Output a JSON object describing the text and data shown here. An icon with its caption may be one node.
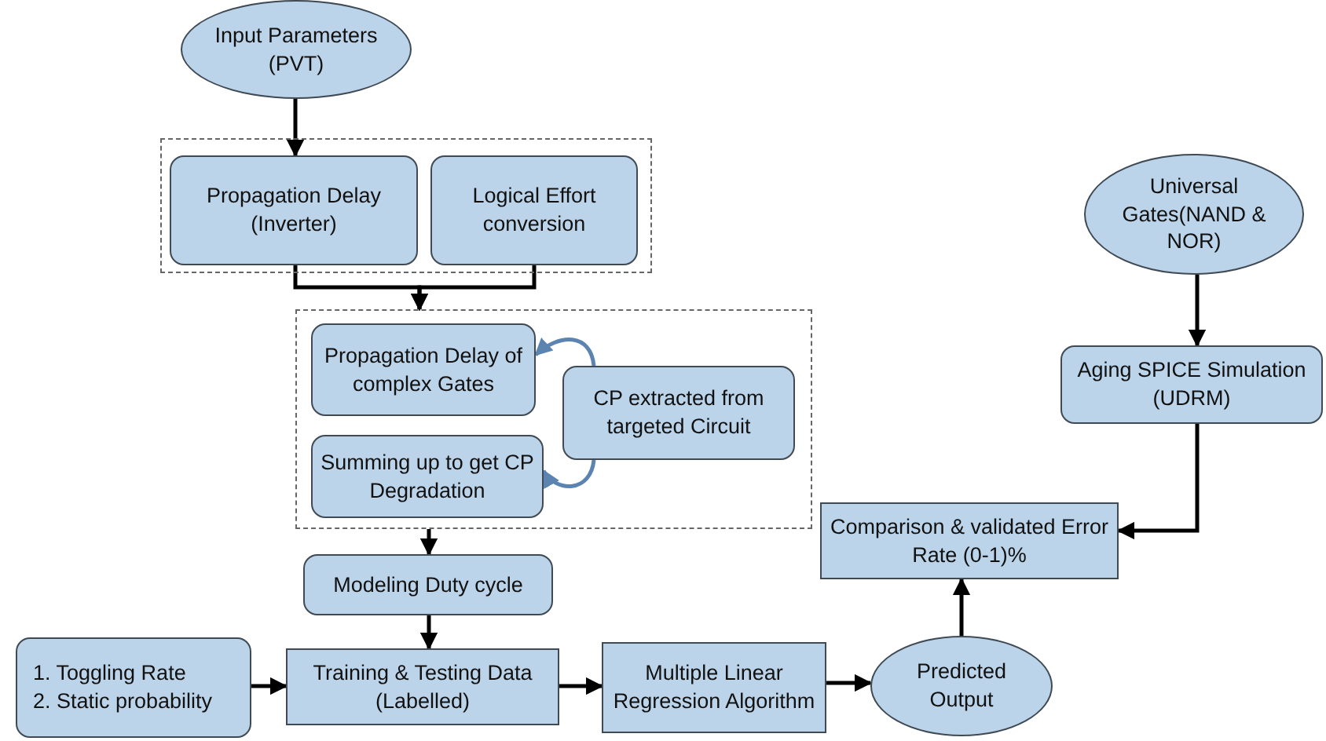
{
  "diagram": {
    "nodes": [
      {
        "text": [
          "Input Parameters (PVT)"
        ]
      },
      {
        "text": [],
        "shape": "box"
      },
      {
        "text": [
          "Propagation Delay (Inverter)"
        ],
        "in": 1
      },
      {
        "text": [
          "Logical Effort conversion"
        ],
        "in": 1
      },
      {
        "text": [],
        "shape": "box"
      },
      {
        "text": [
          "Propagation Delay of complex Gates"
        ],
        "in": 4
      },
      {
        "text": [
          "CP extracted from targeted Circuit"
        ],
        "in": 4
      },
      {
        "text": [
          "Summing up to get CP Degradation"
        ],
        "in": 4
      },
      {
        "text": [
          "Modeling Duty cycle"
        ]
      },
      {
        "text": [
          "1. Toggling Rate",
          "2. Static probability"
        ]
      },
      {
        "text": [
          "Training & Testing Data (Labelled)"
        ]
      },
      {
        "text": [
          "Multiple Linear Regression Algorithm"
        ]
      },
      {
        "text": [
          "Predicted Output"
        ]
      },
      {
        "text": [
          "Comparison & validated Error Rate (0-1)%"
        ]
      },
      {
        "text": [
          "Universal Gates(NAND & NOR)"
        ]
      },
      {
        "text": [
          "Aging SPICE Simulation (UDRM)"
        ]
      }
    ],
    "edges": [
      {
        "from": 0,
        "to": 2,
        "arrow": "to"
      },
      {
        "from": 2,
        "to": 4,
        "arrow": "to"
      },
      {
        "from": 3,
        "to": 4,
        "arrow": "to"
      },
      {
        "from": 6,
        "to": 5,
        "arrow": "to",
        "color": "#5b84b1"
      },
      {
        "from": 6,
        "to": 7,
        "arrow": "to",
        "color": "#5b84b1"
      },
      {
        "from": 4,
        "to": 8,
        "arrow": "to"
      },
      {
        "from": 8,
        "to": 10,
        "arrow": "to"
      },
      {
        "from": 9,
        "to": 10,
        "arrow": "to"
      },
      {
        "from": 10,
        "to": 11,
        "arrow": "to"
      },
      {
        "from": 11,
        "to": 12,
        "arrow": "to"
      },
      {
        "from": 12,
        "to": 13,
        "arrow": "to"
      },
      {
        "from": 14,
        "to": 15,
        "arrow": "to"
      },
      {
        "from": 15,
        "to": 13,
        "arrow": "to"
      }
    ]
  }
}
